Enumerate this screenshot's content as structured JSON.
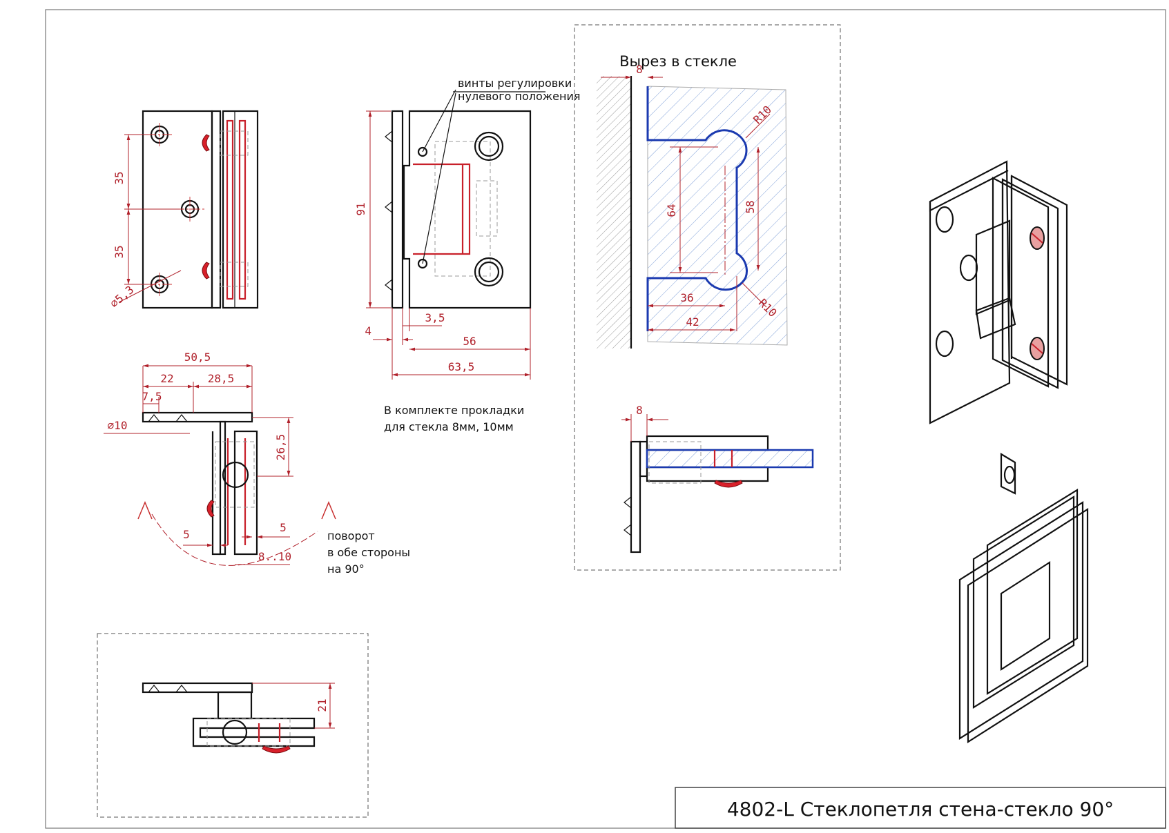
{
  "title": "4802-L Стеклопетля стена-стекло 90°",
  "notes": {
    "adjust_line1": "винты регулировки",
    "adjust_line2": "нулевого положения",
    "cutout": "Вырез в стекле",
    "kit_line1": "В комплекте прокладки",
    "kit_line2": "для стекла 8мм, 10мм",
    "rotate_line1": "поворот",
    "rotate_line2": "в обе стороны",
    "rotate_line3": "на 90°"
  },
  "dimensions": {
    "front_35_top": "35",
    "front_35_bottom": "35",
    "front_hole": "⌀5,3",
    "side_91": "91",
    "side_4": "4",
    "side_3_5": "3,5",
    "side_56": "56",
    "side_63_5": "63,5",
    "top_50_5": "50,5",
    "top_22": "22",
    "top_28_5": "28,5",
    "top_7_5": "7,5",
    "top_d10": "⌀10",
    "top_26_5": "26,5",
    "top_5_left": "5",
    "top_5_right": "5",
    "top_8_10": "8..10",
    "cut_8": "8",
    "cut_r10_top": "R10",
    "cut_r10_bottom": "R10",
    "cut_64": "64",
    "cut_58": "58",
    "cut_36": "36",
    "cut_42": "42",
    "sec_8": "8",
    "bottom_21": "21"
  },
  "colors": {
    "line": "#111111",
    "dimension": "#b0202a",
    "glass_edge": "#1b3ab0",
    "gasket": "#d8202a"
  }
}
